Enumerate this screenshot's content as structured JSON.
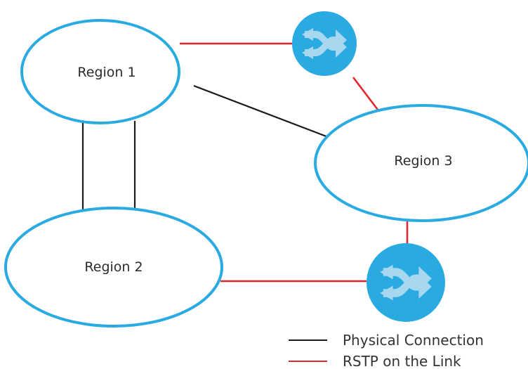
{
  "diagram": {
    "regions": [
      {
        "id": "region-1",
        "label": "Region 1"
      },
      {
        "id": "region-2",
        "label": "Region 2"
      },
      {
        "id": "region-3",
        "label": "Region 3"
      }
    ],
    "switches": [
      {
        "id": "switch-top",
        "icon": "network-switch-icon"
      },
      {
        "id": "switch-bottom",
        "icon": "network-switch-icon"
      }
    ],
    "links": [
      {
        "from": "region-1",
        "to": "region-3",
        "type": "physical"
      },
      {
        "from": "region-1",
        "to": "region-2",
        "type": "physical"
      },
      {
        "from": "region-1",
        "to": "region-2",
        "type": "physical"
      },
      {
        "from": "region-1",
        "to": "switch-top",
        "type": "rstp"
      },
      {
        "from": "switch-top",
        "to": "region-3",
        "type": "rstp"
      },
      {
        "from": "region-3",
        "to": "switch-bottom",
        "type": "rstp"
      },
      {
        "from": "region-2",
        "to": "switch-bottom",
        "type": "rstp"
      }
    ]
  },
  "legend": {
    "physical_label": "Physical Connection",
    "rstp_label": "RSTP on the Link"
  },
  "colors": {
    "region_stroke": "#29abe2",
    "switch_fill": "#29abe2",
    "arrow_fill": "#a8d8f0",
    "physical_line": "#1a1a1a",
    "rstp_line": "#e0272d"
  }
}
